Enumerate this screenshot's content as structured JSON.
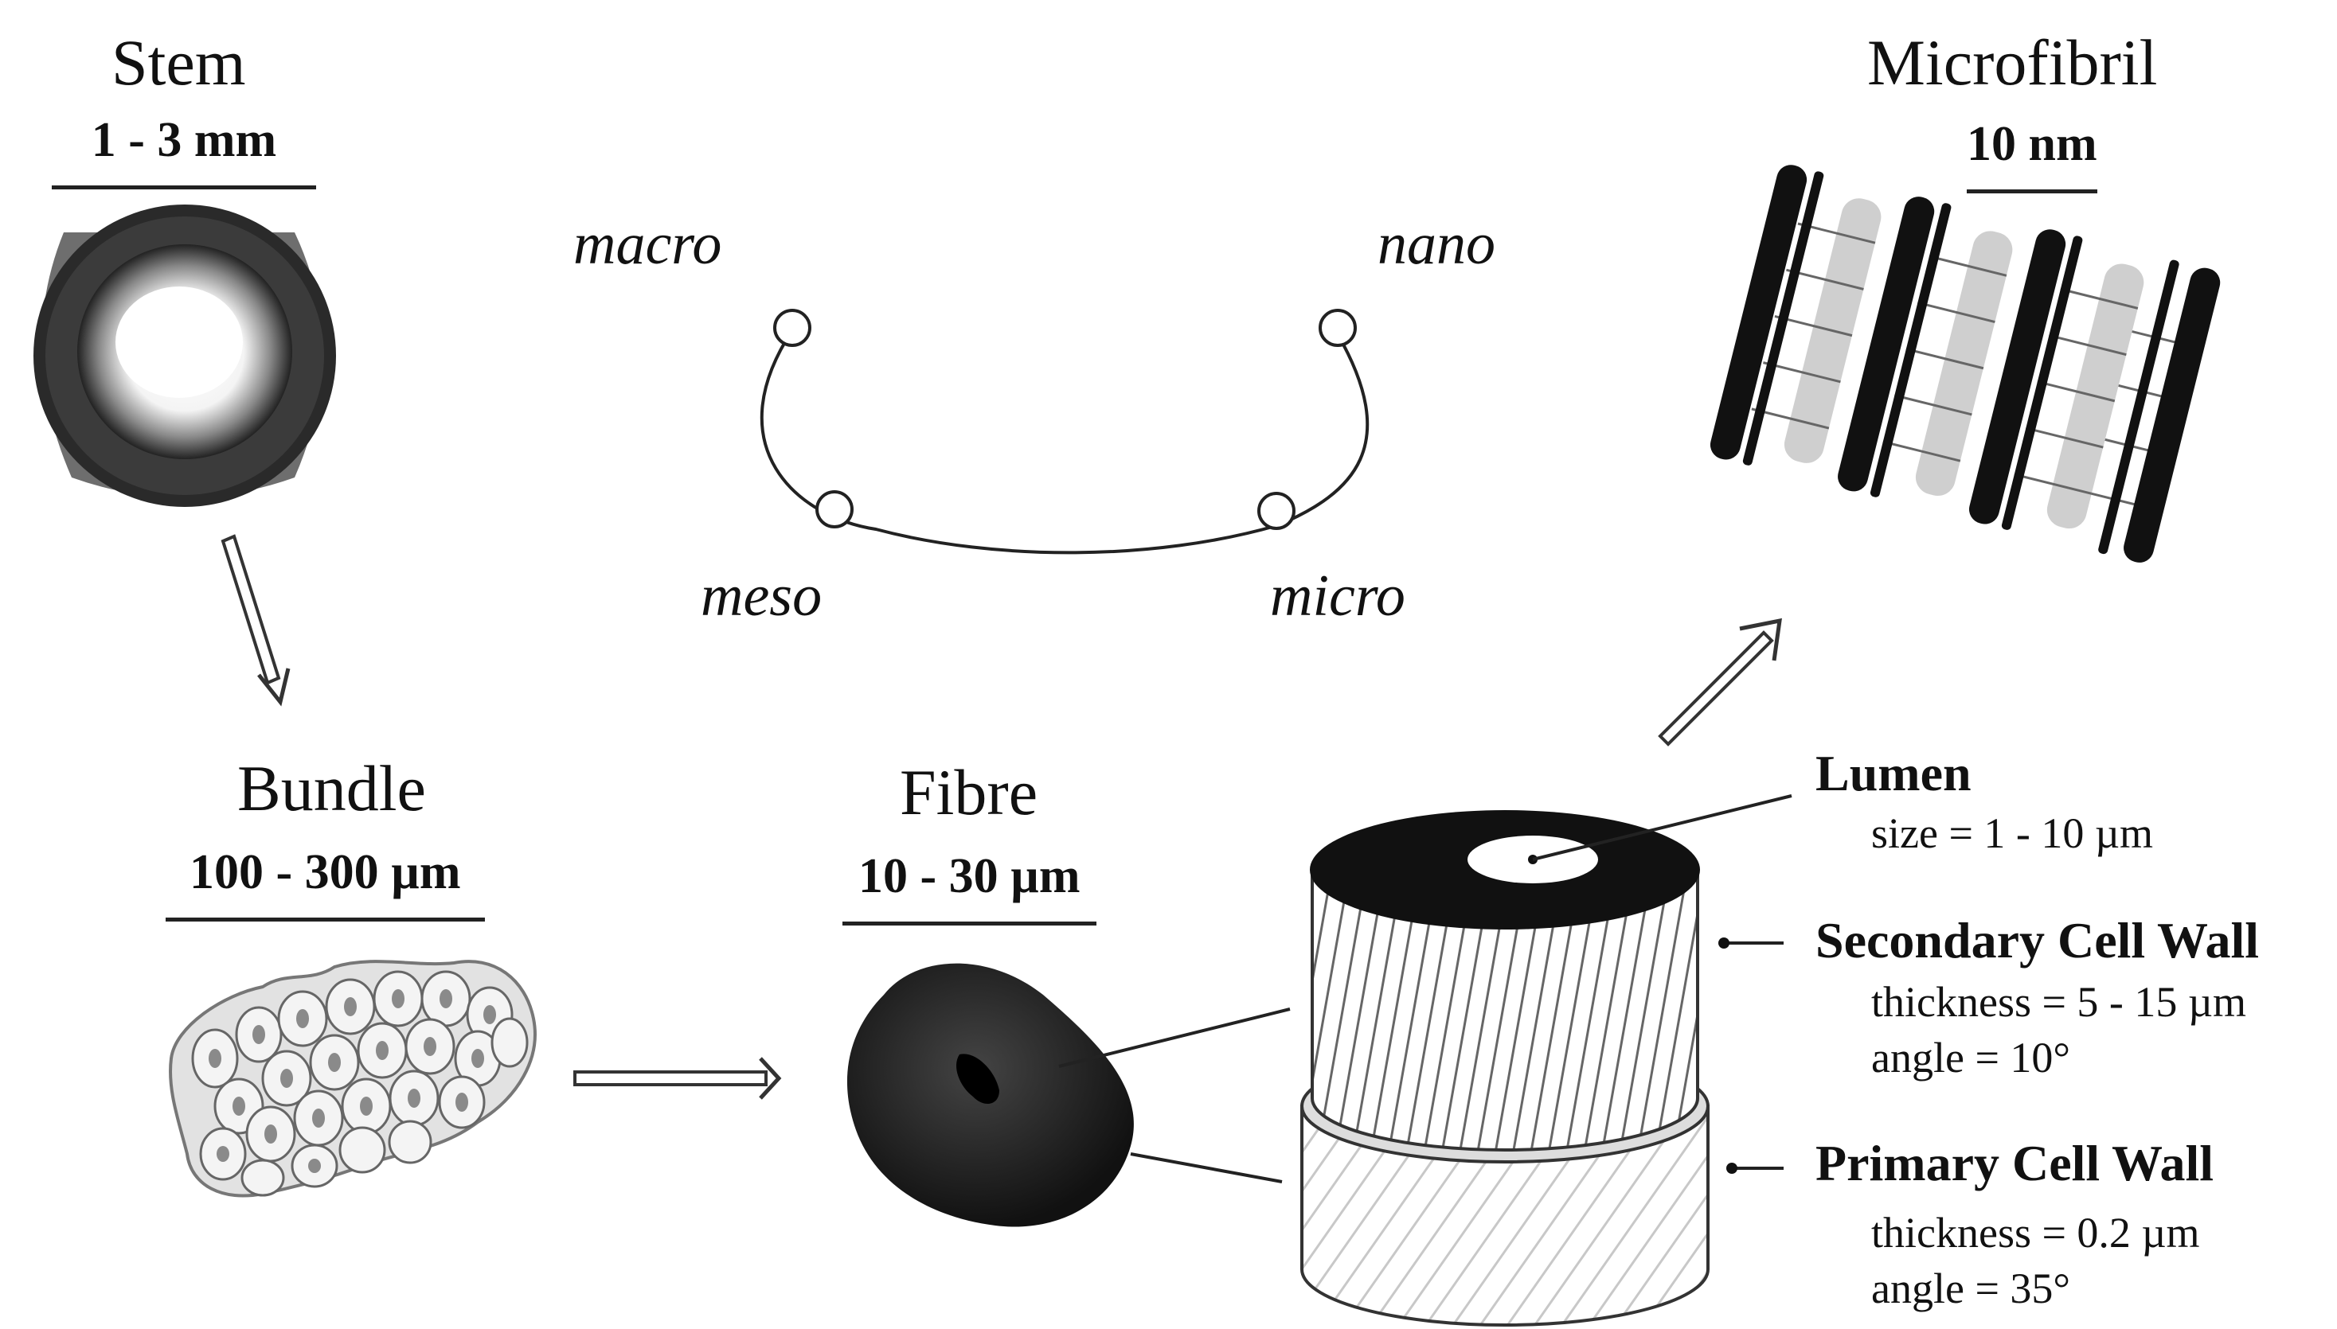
{
  "stem": {
    "title": "Stem",
    "scale": "1 - 3 mm"
  },
  "bundle": {
    "title": "Bundle",
    "scale": "100 - 300 µm"
  },
  "fibre": {
    "title": "Fibre",
    "scale": "10 - 30 µm"
  },
  "microfibril": {
    "title": "Microfibril",
    "scale": "10 nm"
  },
  "scales": {
    "macro": "macro",
    "meso": "meso",
    "micro": "micro",
    "nano": "nano"
  },
  "cell_wall": {
    "lumen": {
      "title": "Lumen",
      "detail1": "size = 1 - 10 µm"
    },
    "secondary": {
      "title": "Secondary Cell Wall",
      "detail1": "thickness = 5 - 15 µm",
      "detail2": "angle = 10°"
    },
    "primary": {
      "title": "Primary Cell Wall",
      "detail1": "thickness = 0.2 µm",
      "detail2": "angle = 35°"
    }
  }
}
